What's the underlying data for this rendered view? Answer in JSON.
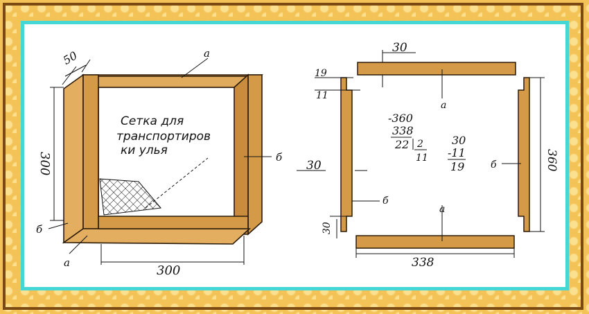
{
  "left_diagram": {
    "dim_top": "50",
    "dim_left": "300",
    "dim_bottom": "300",
    "label_a_top": "а",
    "label_b_right": "б",
    "label_b_left": "б",
    "label_a_bottom": "а",
    "note_line1": "Сетка для",
    "note_line2": "транспортиров",
    "note_line3": "ки улья"
  },
  "right_diagram": {
    "dim_top": "30",
    "dim_19": "19",
    "dim_11": "11",
    "dim_30_left": "30",
    "dim_30_bottom_left": "30",
    "dim_360": "360",
    "dim_338": "338",
    "label_a_top": "а",
    "label_b_right": "б",
    "label_b_left": "б",
    "label_a_bottom": "а",
    "calc_line1": "-360",
    "calc_line2": "338",
    "calc_line3": "22",
    "calc_div": "2",
    "calc_q": "11",
    "calc2_line1": "30",
    "calc2_line2": "-11",
    "calc2_line3": "19"
  },
  "colors": {
    "wood": "#d59a48",
    "wood_edge": "#2a1a08",
    "panel_border": "#45d6d6",
    "frame_brown": "#7a4a12",
    "honeycomb": "#f3c357"
  }
}
